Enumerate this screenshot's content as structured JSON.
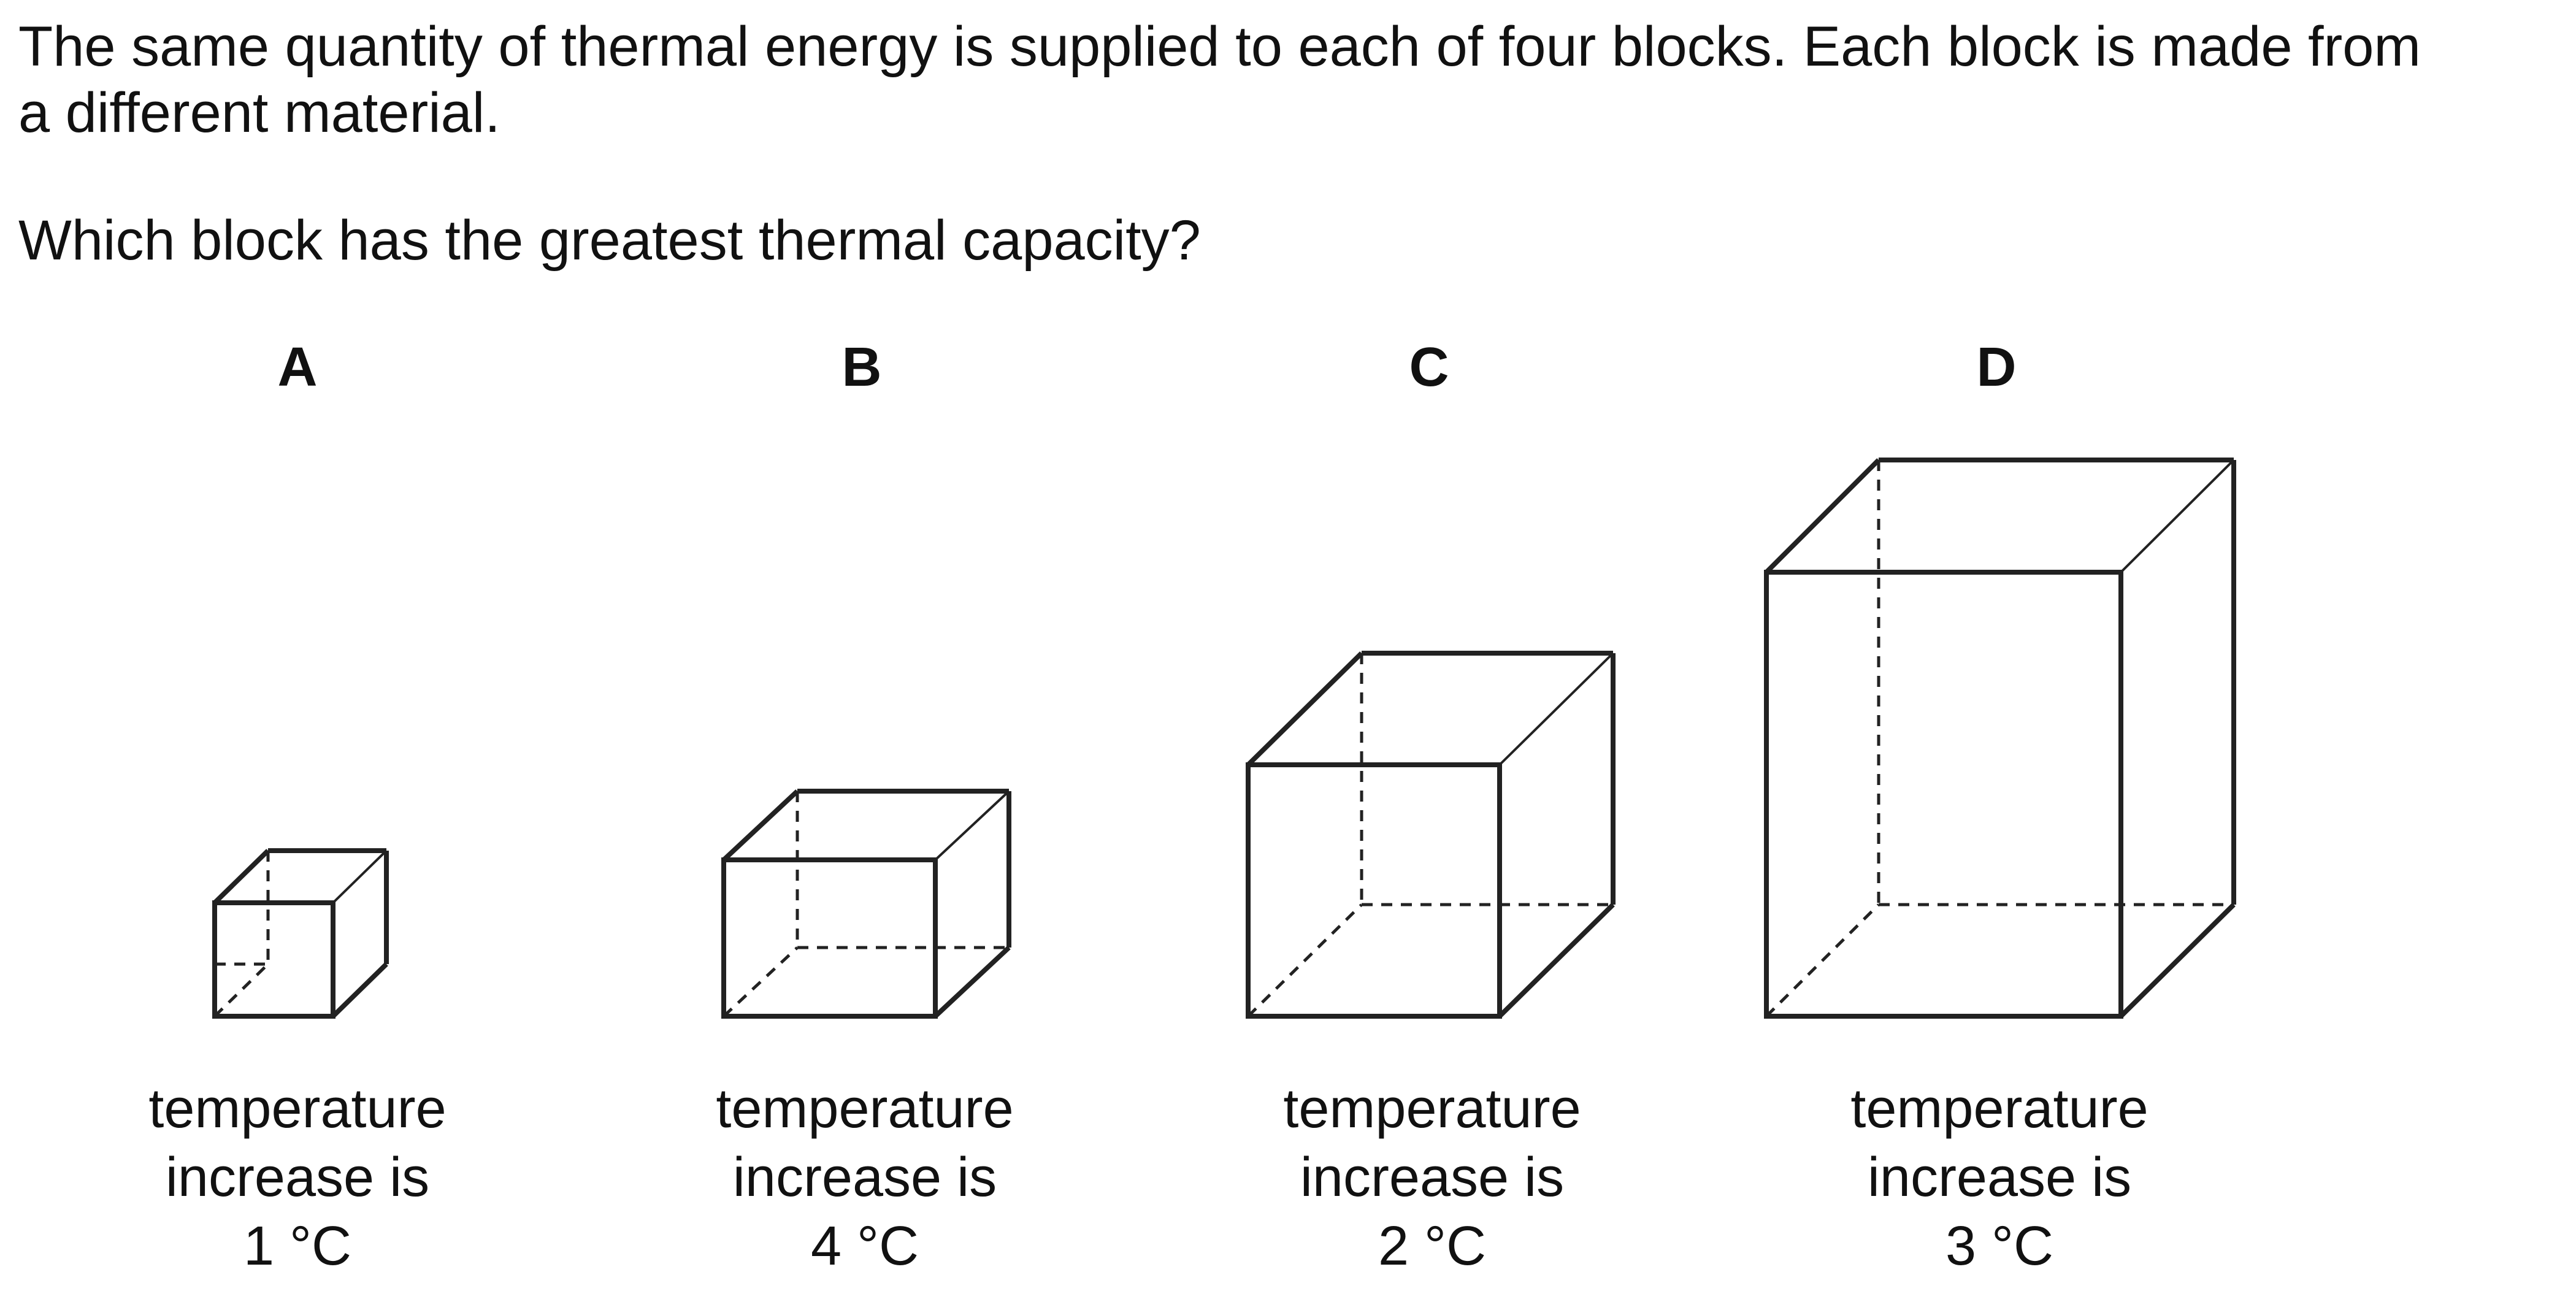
{
  "question": {
    "line1": "The same quantity of thermal energy is supplied to each of four blocks. Each block is made from",
    "line2": "a different material.",
    "prompt": "Which block has the greatest thermal capacity?"
  },
  "blocks": [
    {
      "letter": "A",
      "caption_line1": "temperature",
      "caption_line2": "increase is",
      "temperature_increase": "1 °C"
    },
    {
      "letter": "B",
      "caption_line1": "temperature",
      "caption_line2": "increase is",
      "temperature_increase": "4 °C"
    },
    {
      "letter": "C",
      "caption_line1": "temperature",
      "caption_line2": "increase is",
      "temperature_increase": "2 °C"
    },
    {
      "letter": "D",
      "caption_line1": "temperature",
      "caption_line2": "increase is",
      "temperature_increase": "3 °C"
    }
  ]
}
